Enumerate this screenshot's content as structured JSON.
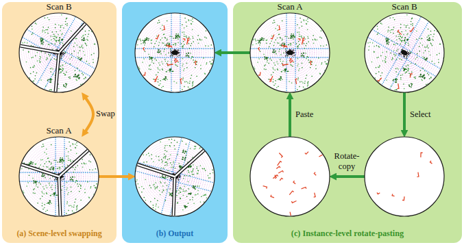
{
  "diagram": {
    "nodes": [
      {
        "text": [
          "(a) Scene-level swapping"
        ]
      },
      {
        "text": [
          "Scan B"
        ],
        "in": 0
      },
      {
        "text": [
          "Scan A"
        ],
        "in": 0
      },
      {
        "text": [
          "(b) Output"
        ]
      },
      {
        "text": [],
        "in": 3
      },
      {
        "text": [],
        "in": 3
      },
      {
        "text": [
          "(c) Instance-level rotate-pasting"
        ]
      },
      {
        "text": [
          "Scan A"
        ],
        "in": 6
      },
      {
        "text": [
          "Scan B"
        ],
        "in": 6
      },
      {
        "text": [],
        "in": 6
      },
      {
        "text": [],
        "in": 6
      }
    ],
    "edges": [
      {
        "from": 1,
        "to": 2,
        "arrow": "both",
        "label": "Swap"
      },
      {
        "from": 2,
        "to": 5,
        "arrow": "to"
      },
      {
        "from": 8,
        "to": 10,
        "arrow": "to",
        "label": "Select"
      },
      {
        "from": 10,
        "to": 9,
        "arrow": "to",
        "label": "Rotate-copy"
      },
      {
        "from": 9,
        "to": 7,
        "arrow": "to",
        "label": "Paste"
      },
      {
        "from": 7,
        "to": 4,
        "arrow": "to"
      }
    ]
  }
}
